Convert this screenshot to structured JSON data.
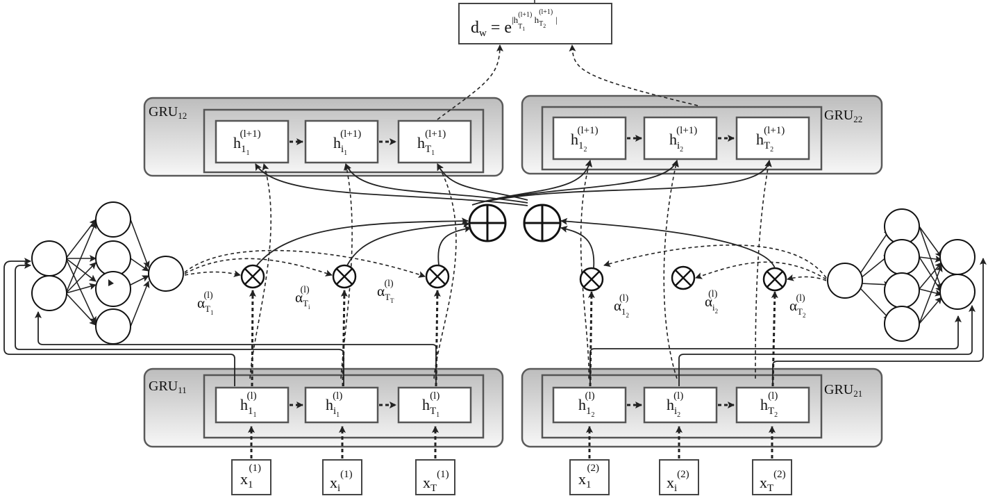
{
  "formula": {
    "lhs": "d",
    "lhs_sub": "w",
    "eq": " = e",
    "exp_open": "|h",
    "exp_s1": "T",
    "exp_ss1": "1",
    "exp_sup": "(l+1)",
    "exp_mid": " h",
    "exp_s2": "T",
    "exp_ss2": "2",
    "exp_close": "|"
  },
  "gru_labels": {
    "gru12": {
      "base": "GRU",
      "sub": "12"
    },
    "gru22": {
      "base": "GRU",
      "sub": "22"
    },
    "gru11": {
      "base": "GRU",
      "sub": "11"
    },
    "gru21": {
      "base": "GRU",
      "sub": "21"
    }
  },
  "top_left_nodes": [
    {
      "base": "h",
      "sub": "1",
      "subsub": "1",
      "sup": "(l+1)"
    },
    {
      "base": "h",
      "sub": "i",
      "subsub": "1",
      "sup": "(l+1)"
    },
    {
      "base": "h",
      "sub": "T",
      "subsub": "1",
      "sup": "(l+1)"
    }
  ],
  "top_right_nodes": [
    {
      "base": "h",
      "sub": "1",
      "subsub": "2",
      "sup": "(l+1)"
    },
    {
      "base": "h",
      "sub": "i",
      "subsub": "2",
      "sup": "(l+1)"
    },
    {
      "base": "h",
      "sub": "T",
      "subsub": "2",
      "sup": "(l+1)"
    }
  ],
  "bottom_left_nodes": [
    {
      "base": "h",
      "sub": "1",
      "subsub": "1",
      "sup": "(l)"
    },
    {
      "base": "h",
      "sub": "i",
      "subsub": "1",
      "sup": "(l)"
    },
    {
      "base": "h",
      "sub": "T",
      "subsub": "1",
      "sup": "(l)"
    }
  ],
  "bottom_right_nodes": [
    {
      "base": "h",
      "sub": "1",
      "subsub": "2",
      "sup": "(l)"
    },
    {
      "base": "h",
      "sub": "i",
      "subsub": "2",
      "sup": "(l)"
    },
    {
      "base": "h",
      "sub": "T",
      "subsub": "2",
      "sup": "(l)"
    }
  ],
  "inputs_left": [
    {
      "base": "x",
      "sub": "1",
      "sup": "(1)"
    },
    {
      "base": "x",
      "sub": "i",
      "sup": "(1)"
    },
    {
      "base": "x",
      "sub": "T",
      "sup": "(1)"
    }
  ],
  "inputs_right": [
    {
      "base": "x",
      "sub": "1",
      "sup": "(2)"
    },
    {
      "base": "x",
      "sub": "i",
      "sup": "(2)"
    },
    {
      "base": "x",
      "sub": "T",
      "sup": "(2)"
    }
  ],
  "alphas_left": [
    {
      "base": "α",
      "sub": "T",
      "subsub": "1",
      "sup": "(l)"
    },
    {
      "base": "α",
      "sub": "T",
      "subsub": "i",
      "sup": "(l)"
    },
    {
      "base": "α",
      "sub": "T",
      "subsub": "T",
      "sup": "(l)"
    }
  ],
  "alphas_right": [
    {
      "base": "α",
      "sub": "1",
      "subsub": "2",
      "sup": "(l)"
    },
    {
      "base": "α",
      "sub": "i",
      "subsub": "2",
      "sup": "(l)"
    },
    {
      "base": "α",
      "sub": "T",
      "subsub": "2",
      "sup": "(l)"
    }
  ],
  "colors": {
    "panel_top": "#bdbdbd",
    "panel_bottom": "#f7f7f7",
    "panel_stroke": "#5a5a5a",
    "box_stroke": "#555555",
    "line": "#222222"
  }
}
